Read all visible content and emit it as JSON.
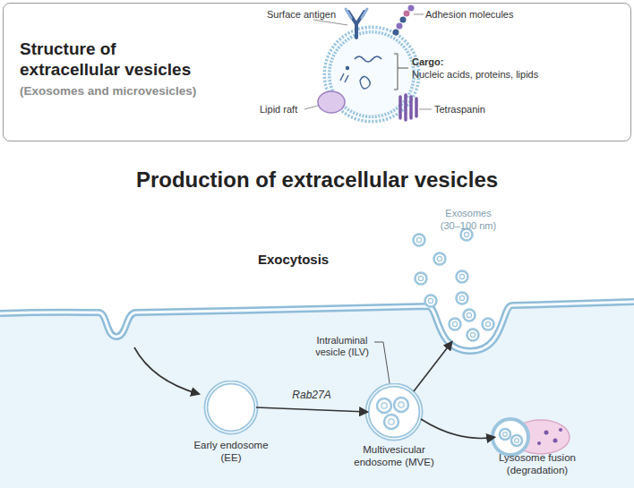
{
  "diagram": {
    "title": "Production of extracellular vesicles",
    "nodes": [
      {
        "text": [
          "Structure of extracellular vesicles",
          "(Exosomes and microvesicles)"
        ]
      },
      {
        "text": [
          "Exosomes (30–100 nm)"
        ]
      },
      {
        "text": [
          "Early endosome (EE)"
        ]
      },
      {
        "text": [
          "Multivesicular endosome (MVE)"
        ]
      },
      {
        "text": [
          "Lysosome fusion (degradation)"
        ]
      }
    ],
    "edges": [
      {
        "from": 2,
        "to": 3,
        "label": "Rab27A",
        "arrow": "to"
      },
      {
        "from": 3,
        "to": 1,
        "arrow": "to"
      },
      {
        "from": 3,
        "to": 4,
        "arrow": "to"
      }
    ],
    "labels": [
      "Surface antigen",
      "Adhesion molecules",
      "Cargo:",
      "Nucleic acids, proteins, lipids",
      "Lipid raft",
      "Tetraspanin",
      "Exocytosis",
      "Intraluminal vesicle (ILV)"
    ]
  }
}
